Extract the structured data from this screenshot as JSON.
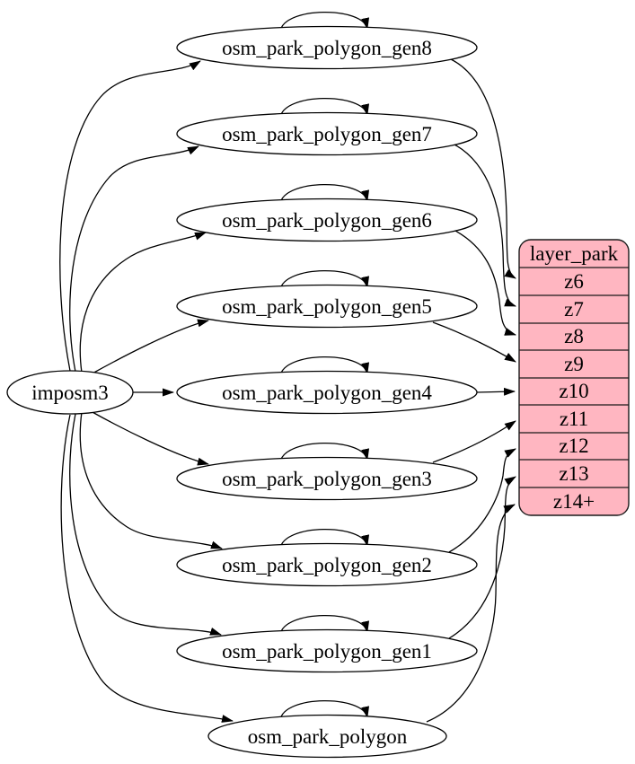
{
  "diagram_type": "etl-graph",
  "source": {
    "label": "imposm3"
  },
  "tables": [
    {
      "label": "osm_park_polygon_gen8",
      "from": "imposm3",
      "target_zoom": "z6",
      "self_loop": true
    },
    {
      "label": "osm_park_polygon_gen7",
      "from": "imposm3",
      "target_zoom": "z7",
      "self_loop": true
    },
    {
      "label": "osm_park_polygon_gen6",
      "from": "imposm3",
      "target_zoom": "z8",
      "self_loop": true
    },
    {
      "label": "osm_park_polygon_gen5",
      "from": "imposm3",
      "target_zoom": "z9",
      "self_loop": true
    },
    {
      "label": "osm_park_polygon_gen4",
      "from": "imposm3",
      "target_zoom": "z10",
      "self_loop": true
    },
    {
      "label": "osm_park_polygon_gen3",
      "from": "imposm3",
      "target_zoom": "z11",
      "self_loop": true
    },
    {
      "label": "osm_park_polygon_gen2",
      "from": "imposm3",
      "target_zoom": "z12",
      "self_loop": true
    },
    {
      "label": "osm_park_polygon_gen1",
      "from": "imposm3",
      "target_zoom": "z13",
      "self_loop": true
    },
    {
      "label": "osm_park_polygon",
      "from": "imposm3",
      "target_zoom": "z14+",
      "self_loop": true
    }
  ],
  "layer": {
    "header": "layer_park",
    "rows": [
      "z6",
      "z7",
      "z8",
      "z9",
      "z10",
      "z11",
      "z12",
      "z13",
      "z14+"
    ]
  },
  "colors": {
    "layer_fill": "#ffb6c1",
    "node_fill": "#ffffff",
    "stroke": "#000000",
    "background": "#ffffff"
  }
}
